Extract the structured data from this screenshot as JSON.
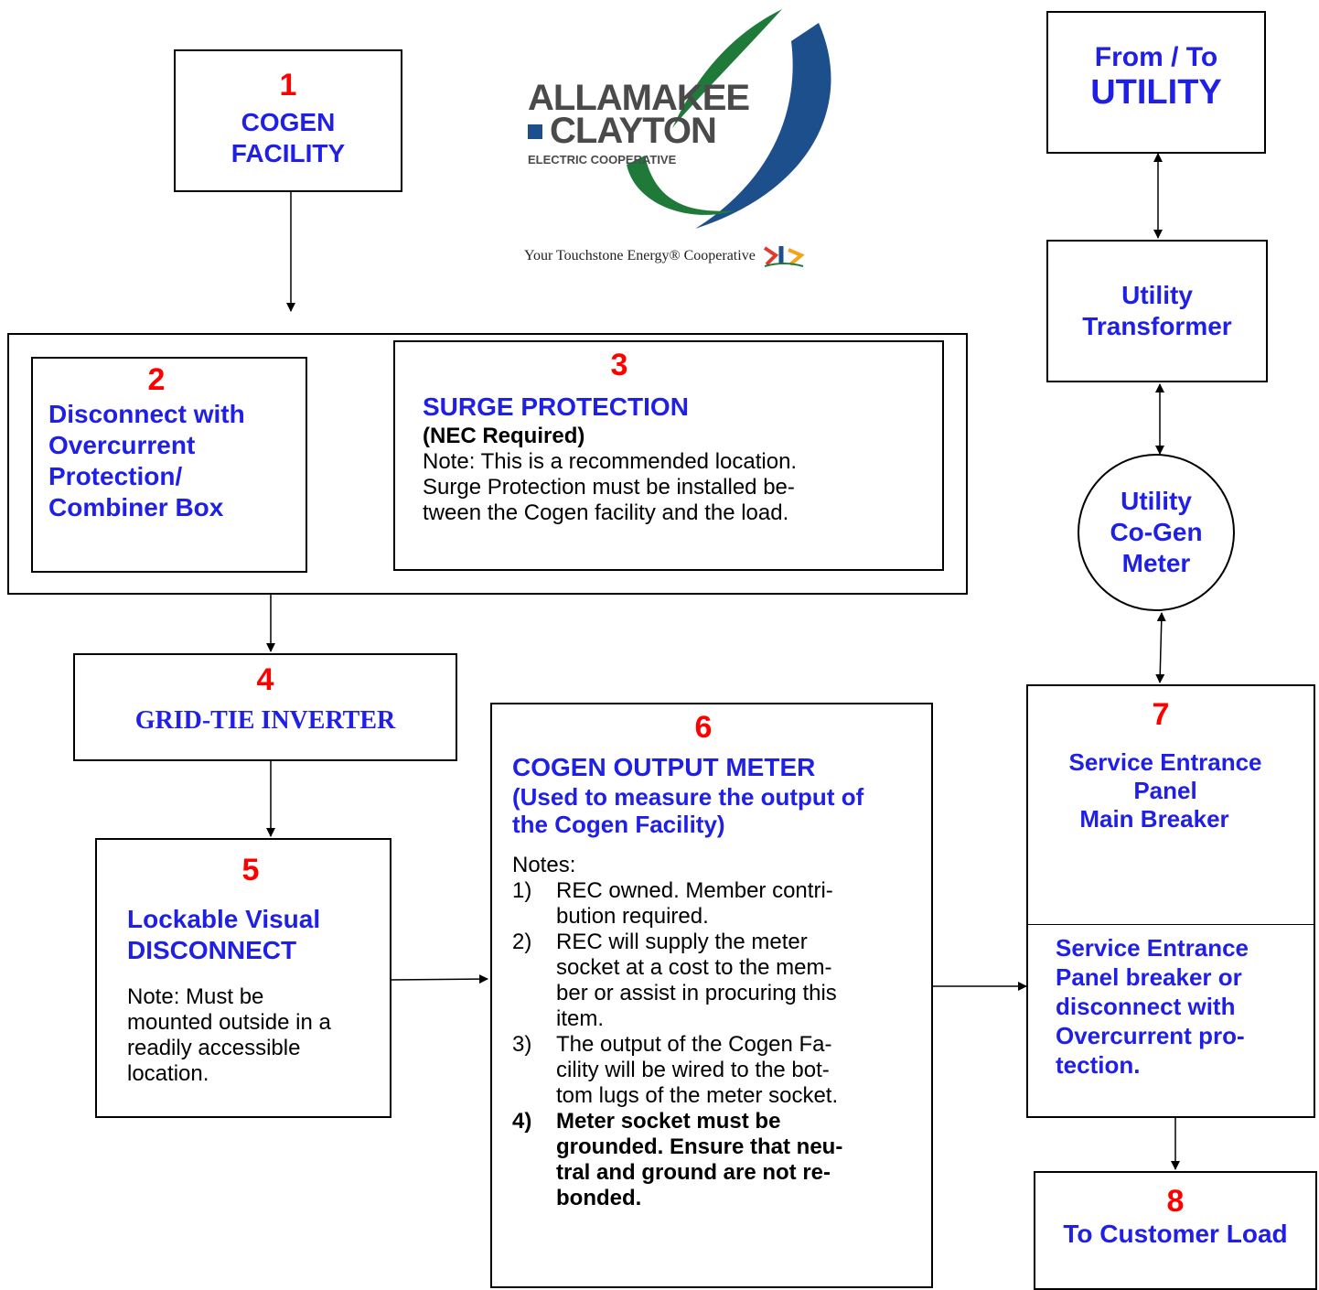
{
  "box1": {
    "num": "1",
    "title1": "COGEN",
    "title2": "FACILITY"
  },
  "logo": {
    "line1": "ALLAMAKEE",
    "line2": "CLAYTON",
    "line3": "ELECTRIC COOPERATIVE",
    "tagline": "Your Touchstone Energy® Cooperative"
  },
  "utility": {
    "line1": "From / To",
    "line2": "UTILITY"
  },
  "transformer": {
    "line1": "Utility",
    "line2": "Transformer"
  },
  "meter_circle": {
    "line1": "Utility",
    "line2": "Co-Gen",
    "line3": "Meter"
  },
  "box2": {
    "num": "2",
    "line1": "Disconnect with",
    "line2": "Overcurrent",
    "line3": "Protection/",
    "line4": "Combiner Box"
  },
  "box3": {
    "num": "3",
    "title": "SURGE PROTECTION",
    "subtitle": "(NEC Required)",
    "note1": "Note: This is a recommended location.",
    "note2": "Surge Protection must be installed be-",
    "note3": "tween the Cogen facility and the load."
  },
  "box4": {
    "num": "4",
    "title": "GRID-TIE INVERTER"
  },
  "box5": {
    "num": "5",
    "title1": "Lockable Visual",
    "title2": "DISCONNECT",
    "note1": "Note:  Must be",
    "note2": "mounted outside in a",
    "note3": "readily accessible",
    "note4": "location."
  },
  "box6": {
    "num": "6",
    "title1": "COGEN OUTPUT METER",
    "title2": "(Used to measure the output of",
    "title3": "the Cogen Facility)",
    "notes_label": "Notes:",
    "notes": [
      {
        "n": "1)",
        "l1": "REC owned.  Member contri-",
        "l2": "bution required."
      },
      {
        "n": "2)",
        "l1": "REC will supply the meter",
        "l2": "socket at a cost to the mem-",
        "l3": "ber or assist in procuring this",
        "l4": "item."
      },
      {
        "n": "3)",
        "l1": "The output of the Cogen Fa-",
        "l2": "cility will be wired to the bot-",
        "l3": "tom lugs of the meter socket."
      },
      {
        "n": "4)",
        "l1": "Meter socket must be",
        "l2": "grounded.  Ensure that neu-",
        "l3": "tral and ground are not re-",
        "l4": "bonded."
      }
    ]
  },
  "box7": {
    "num": "7",
    "top1": "Service Entrance",
    "top2": "Panel",
    "top3": "Main Breaker",
    "bot1": "Service Entrance",
    "bot2": "Panel breaker or",
    "bot3": "disconnect with",
    "bot4": "Overcurrent pro-",
    "bot5": "tection."
  },
  "box8": {
    "num": "8",
    "title": "To Customer Load"
  },
  "colors": {
    "blue": "#1f1fe6",
    "red": "#ff0000",
    "logo_green": "#1f7a3a",
    "logo_blue": "#1d4f8c",
    "logo_gray": "#4a4a4a"
  }
}
